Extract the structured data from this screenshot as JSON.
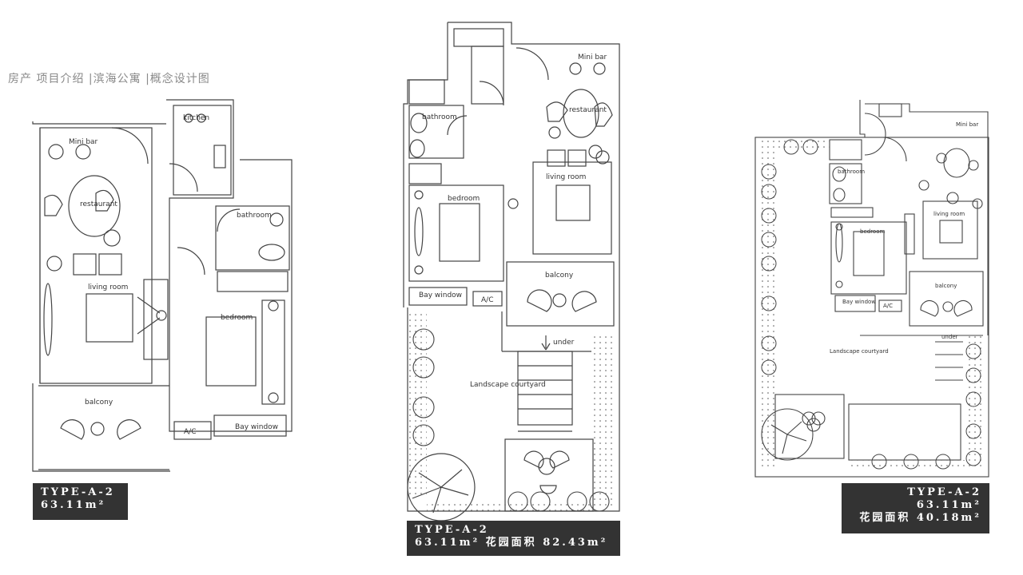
{
  "header": {
    "title": "房产 项目介绍 |滨海公寓 |概念设计图"
  },
  "plans": [
    {
      "type_label": "TYPE-A-2",
      "area": "63.11m²",
      "rooms": {
        "minibar": "Mini bar",
        "kitchen": "kitchen",
        "restaurant": "restaurant",
        "bathroom": "bathroom",
        "living": "living room",
        "bedroom": "bedroom",
        "balcony": "balcony",
        "bay": "Bay window",
        "ac": "A/C"
      }
    },
    {
      "type_label": "TYPE-A-2",
      "area_line": "63.11m² 花园面积 82.43m²",
      "rooms": {
        "minibar": "Mini bar",
        "restaurant": "restaurant",
        "bathroom": "bathroom",
        "living": "living room",
        "bedroom": "bedroom",
        "balcony": "balcony",
        "bay": "Bay window",
        "ac": "A/C",
        "under": "under",
        "courtyard": "Landscape courtyard"
      }
    },
    {
      "type_label": "TYPE-A-2",
      "area": "63.11m²",
      "garden_line": "花园面积 40.18m²",
      "rooms": {
        "minibar": "Mini bar",
        "bathroom": "bathroom",
        "living": "living room",
        "bedroom": "bedroom",
        "balcony": "balcony",
        "bay": "Bay window",
        "ac": "A/C",
        "under": "under",
        "courtyard": "Landscape courtyard"
      }
    }
  ]
}
